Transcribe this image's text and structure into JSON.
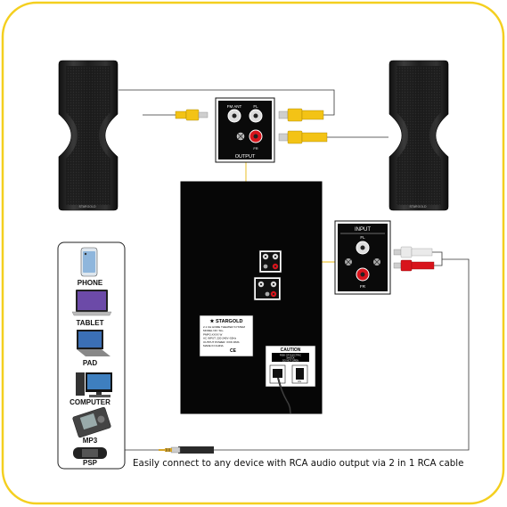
{
  "colors": {
    "frame": "#f4cf1f",
    "speaker_body": "#2a2a2a",
    "panel": "#0a0a0a",
    "rca_yellow": "#f3c316",
    "rca_red": "#d8141c",
    "rca_white": "#eaeaea",
    "wire": "#333333"
  },
  "output_panel": {
    "fm_ant": "FM ANT",
    "fl": "FL",
    "fr": "FR",
    "title": "OUTPUT"
  },
  "input_panel": {
    "title": "INPUT",
    "fl": "FL",
    "fr": "FR"
  },
  "speaker_brand": "STARGOLD",
  "subwoofer": {
    "brand": "★ STARGOLD",
    "spec_lines": [
      "2.1 CH HOME THEATER SYSTEM",
      "MODEL NO: SG-",
      "PMPO:XXXX W",
      "AC INPUT: 220-240V~50Hz",
      "OUTPUT POWER: XXW RMS",
      "MADE IN CHINA"
    ],
    "caution_title": "CAUTION",
    "caution_lines": [
      "RISK OF ELECTRIC",
      "SHOCK",
      "DO NOT OPEN"
    ],
    "switch_on": "ON",
    "switch_off": "OFF"
  },
  "devices": [
    {
      "name": "PHONE",
      "icon": "phone-icon"
    },
    {
      "name": "TABLET",
      "icon": "tablet-icon"
    },
    {
      "name": "PAD",
      "icon": "pad-icon"
    },
    {
      "name": "COMPUTER",
      "icon": "computer-icon"
    },
    {
      "name": "MP3",
      "icon": "mp3-icon"
    },
    {
      "name": "PSP",
      "icon": "psp-icon"
    }
  ],
  "caption": "Easily connect to any device with RCA audio output via 2 in 1 RCA cable"
}
